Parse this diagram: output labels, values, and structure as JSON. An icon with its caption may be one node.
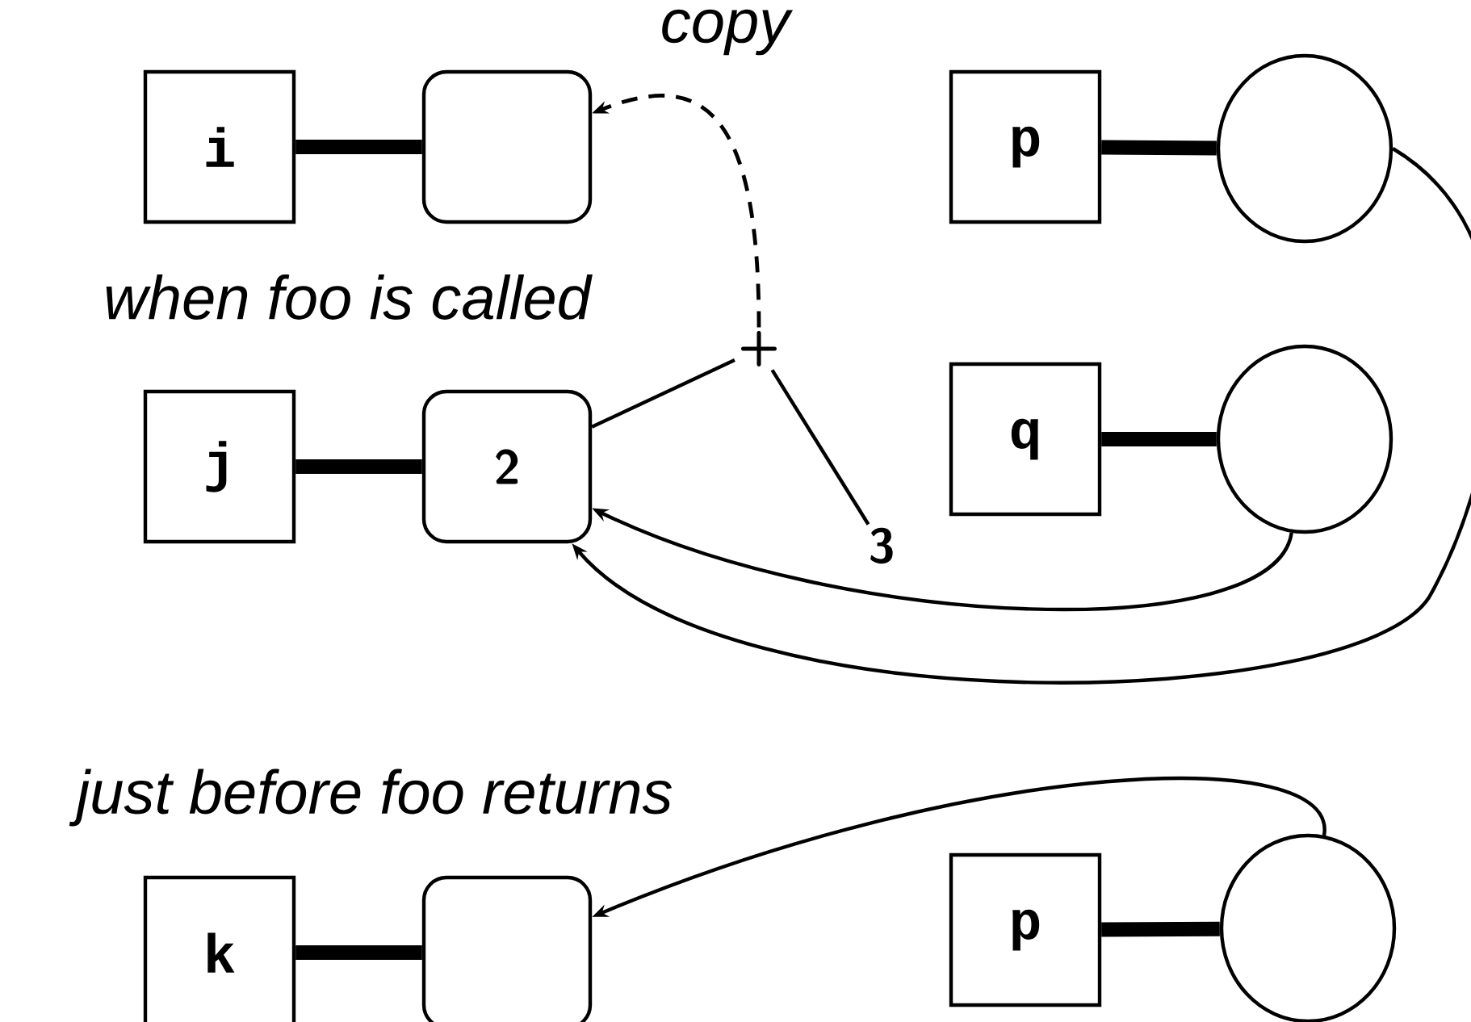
{
  "diagram": {
    "nodes": [
      {
        "text": [
          "i"
        ]
      },
      {
        "text": [],
        "shape": "box"
      },
      {
        "text": [
          "p"
        ]
      },
      {
        "text": [],
        "shape": "circle"
      },
      {
        "text": [
          "j"
        ]
      },
      {
        "text": [
          "2"
        ]
      },
      {
        "text": [
          "q"
        ]
      },
      {
        "text": [],
        "shape": "circle"
      },
      {
        "text": [
          "+"
        ]
      },
      {
        "text": [
          "3"
        ]
      },
      {
        "text": [
          "k"
        ]
      },
      {
        "text": [],
        "shape": "box"
      },
      {
        "text": [
          "p"
        ]
      },
      {
        "text": [],
        "shape": "circle"
      }
    ],
    "edges": [
      {
        "from": 0,
        "to": 1,
        "arrow": "none",
        "style": "thick"
      },
      {
        "from": 2,
        "to": 3,
        "arrow": "none",
        "style": "thick"
      },
      {
        "from": 4,
        "to": 5,
        "arrow": "none",
        "style": "thick"
      },
      {
        "from": 6,
        "to": 7,
        "arrow": "none",
        "style": "thick"
      },
      {
        "from": 8,
        "to": 1,
        "arrow": "to",
        "style": "dashed",
        "label": "copy"
      },
      {
        "from": 8,
        "to": 5,
        "arrow": "none"
      },
      {
        "from": 8,
        "to": 9,
        "arrow": "none"
      },
      {
        "from": 7,
        "to": 5,
        "arrow": "to"
      },
      {
        "from": 3,
        "to": 5,
        "arrow": "to"
      },
      {
        "from": 10,
        "to": 11,
        "arrow": "none",
        "style": "thick"
      },
      {
        "from": 12,
        "to": 13,
        "arrow": "none",
        "style": "thick"
      },
      {
        "from": 13,
        "to": 11,
        "arrow": "to"
      }
    ],
    "labels": [
      "when foo is called",
      "just before foo returns"
    ]
  }
}
